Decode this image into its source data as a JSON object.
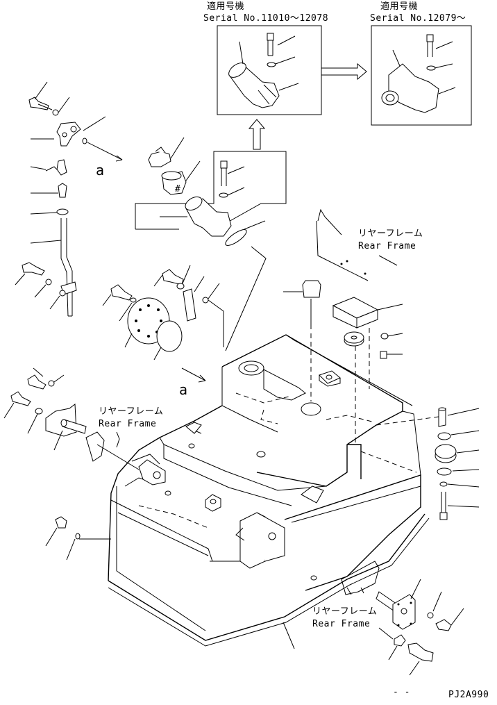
{
  "applicable_model_1": "適用号機",
  "serial_range_1": "Serial No.11010～12078",
  "applicable_model_2": "適用号機",
  "serial_range_2": "Serial No.12079～",
  "view_marker": "a",
  "rear_frame_jp": "リヤーフレーム",
  "rear_frame_en": "Rear Frame",
  "hash_mark": "#",
  "drawing_number": "PJ2A990"
}
